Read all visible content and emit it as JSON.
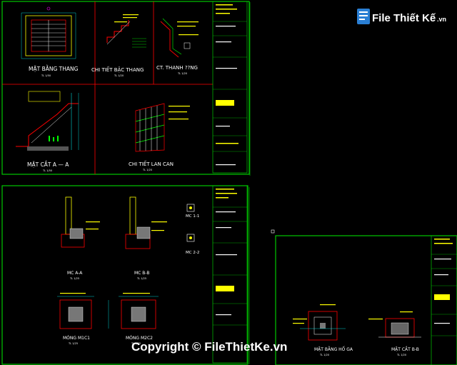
{
  "logo": {
    "text": "File Thiết Kế",
    "suffix": ".vn"
  },
  "watermark": "Copyright © FileThietKe.vn",
  "colors": {
    "background": "#000000",
    "frame": "#00c800",
    "accent": "#ffff00",
    "line": "#ff0000",
    "cyan": "#00ffff",
    "magenta": "#ff00ff"
  },
  "sheet1": {
    "labels": {
      "plan": "MẶT BẰNG THANG",
      "step_detail": "CHI TIẾT BẬC THANG",
      "rail_detail": "CT. THANH ??NG",
      "section": "MẶT CẮT A — A",
      "railing": "CHI TIẾT LAN CAN"
    },
    "scales": {
      "plan": "TL 1/50",
      "step_detail": "TL 1/20",
      "rail_detail": "TL 1/20",
      "section": "TL 1/50",
      "railing": "TL 1/20"
    }
  },
  "sheet2": {
    "labels": {
      "mc_aa": "MC A-A",
      "mc_bb": "MC B-B",
      "mc_11": "MC 1-1",
      "mc_22": "MC 2-2",
      "mong_m1c1": "MÓNG M1C1",
      "mong_m2": "MÓNG M2C2"
    },
    "scales": {
      "mc_aa": "TL 1/25",
      "mc_bb": "TL 1/25",
      "mong_m1c1": "TL 1/25",
      "mong_m2": "TL 1/25"
    }
  },
  "sheet3": {
    "labels": {
      "plan": "MẶT BẰNG HỐ GA",
      "section": "MẶT CẮT B-B"
    },
    "scales": {
      "plan": "TL 1/20",
      "section": "TL 1/20"
    }
  }
}
